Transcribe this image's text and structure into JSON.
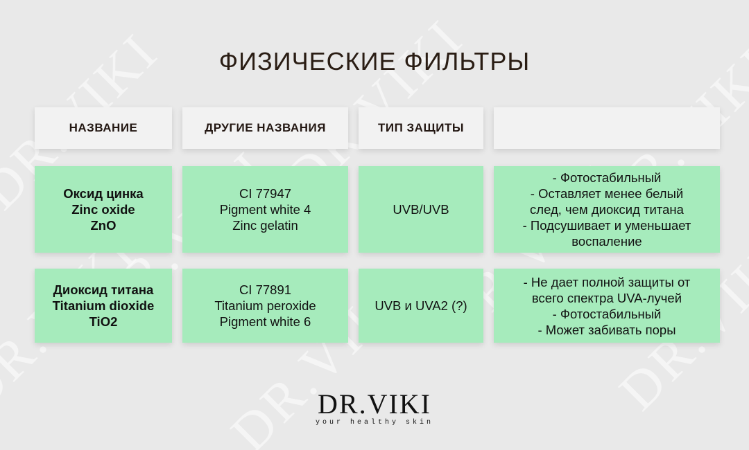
{
  "title": "ФИЗИЧЕСКИЕ ФИЛЬТРЫ",
  "headers": [
    "НАЗВАНИЕ",
    "ДРУГИЕ НАЗВАНИЯ",
    "ТИП ЗАЩИТЫ",
    ""
  ],
  "rows": [
    {
      "name": [
        "Оксид цинка",
        "Zinc oxide",
        "ZnO"
      ],
      "other": [
        "CI 77947",
        "Pigment white 4",
        "Zinc gelatin"
      ],
      "protection": "UVB/UVB",
      "notes": [
        "- Фотостабильный",
        "- Оставляет менее белый",
        "след, чем диоксид титана",
        "- Подсушивает и уменьшает",
        "воспаление"
      ]
    },
    {
      "name": [
        "Диоксид титана",
        "Titanium dioxide",
        "TiO2"
      ],
      "other": [
        "CI 77891",
        "Titanium peroxide",
        "Pigment white 6"
      ],
      "protection": "UVB и UVA2 (?)",
      "notes": [
        "- Не дает полной защиты от",
        "всего спектра UVA-лучей",
        "- Фотостабильный",
        "- Может забивать поры"
      ]
    }
  ],
  "logo": {
    "main": "DR.VIKI",
    "sub": "your healthy skin"
  },
  "watermark": "DR.VIKI",
  "colors": {
    "background": "#e9e9e9",
    "header_cell": "#f2f2f2",
    "data_cell": "#a6ebbc",
    "title": "#2a1d14"
  }
}
